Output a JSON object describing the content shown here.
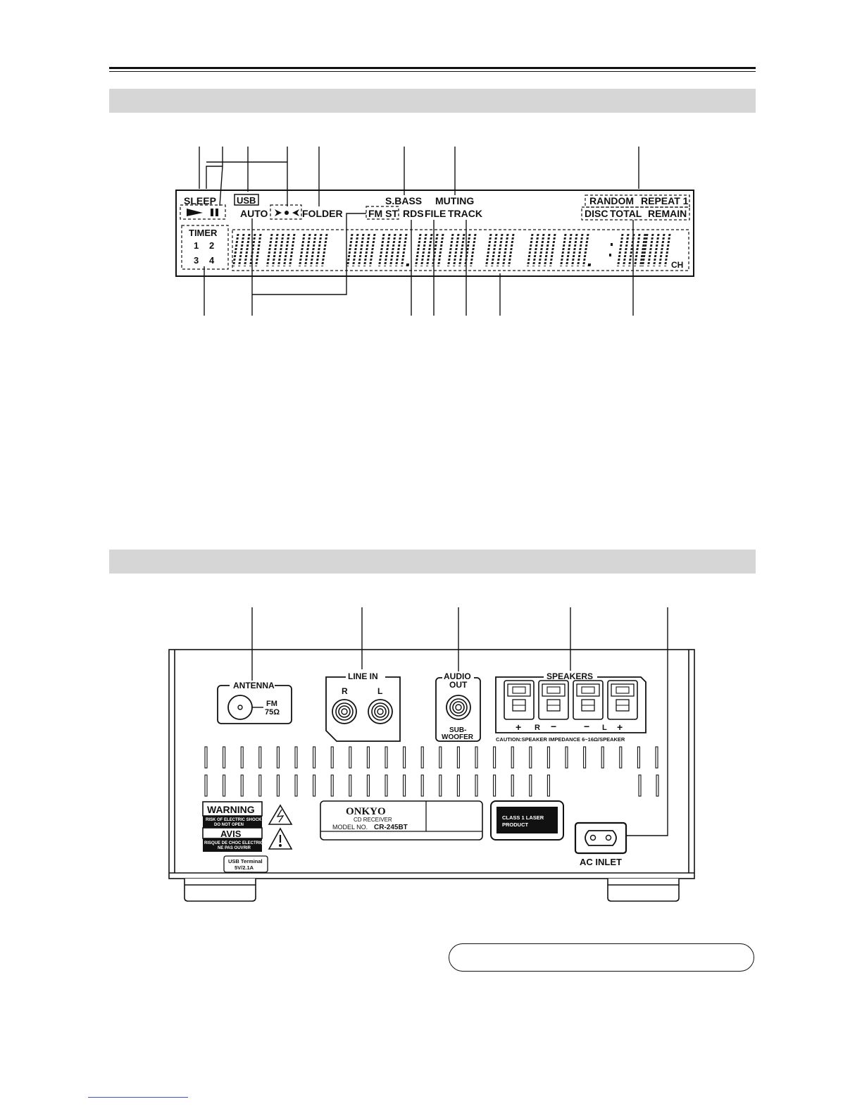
{
  "display": {
    "sleep": "SLEEP",
    "usb": "USB",
    "auto": "AUTO",
    "folder": "FOLDER",
    "fm_st": "FM ST",
    "sbass": "S.BASS",
    "muting": "MUTING",
    "rds": "RDS",
    "file": "FILE",
    "track": "TRACK",
    "random": "RANDOM",
    "repeat1": "REPEAT 1",
    "disc": "DISC",
    "total": "TOTAL",
    "remain": "REMAIN",
    "timer": "TIMER",
    "timer_numbers": [
      "1",
      "2",
      "3",
      "4"
    ],
    "ch": "CH"
  },
  "rear_panel": {
    "antenna": "ANTENNA",
    "fm": "FM",
    "ohm": "75Ω",
    "line_in": "LINE IN",
    "r": "R",
    "l": "L",
    "audio_out_1": "AUDIO",
    "audio_out_2": "OUT",
    "sub_1": "SUB-",
    "sub_2": "WOOFER",
    "speakers": "SPEAKERS",
    "spk_plus": "+",
    "spk_minus": "−",
    "caution": "CAUTION:SPEAKER IMPEDANCE 6~16Ω/SPEAKER",
    "warning": "WARNING",
    "warning_sub_1": "RISK OF ELECTRIC SHOCK",
    "warning_sub_2": "DO NOT OPEN",
    "avis": "AVIS",
    "avis_sub_1": "RISQUE DE CHOC ELECTRIQUE",
    "avis_sub_2": "NE PAS OUVRIR",
    "usb_terminal_1": "USB Terminal",
    "usb_terminal_2": "5V/2.1A",
    "brand": "ONKYO",
    "product": "CD RECEIVER",
    "model_label": "MODEL NO.",
    "model": "CR-245BT",
    "laser_1": "CLASS 1 LASER",
    "laser_2": "PRODUCT",
    "ac_inlet": "AC INLET"
  }
}
